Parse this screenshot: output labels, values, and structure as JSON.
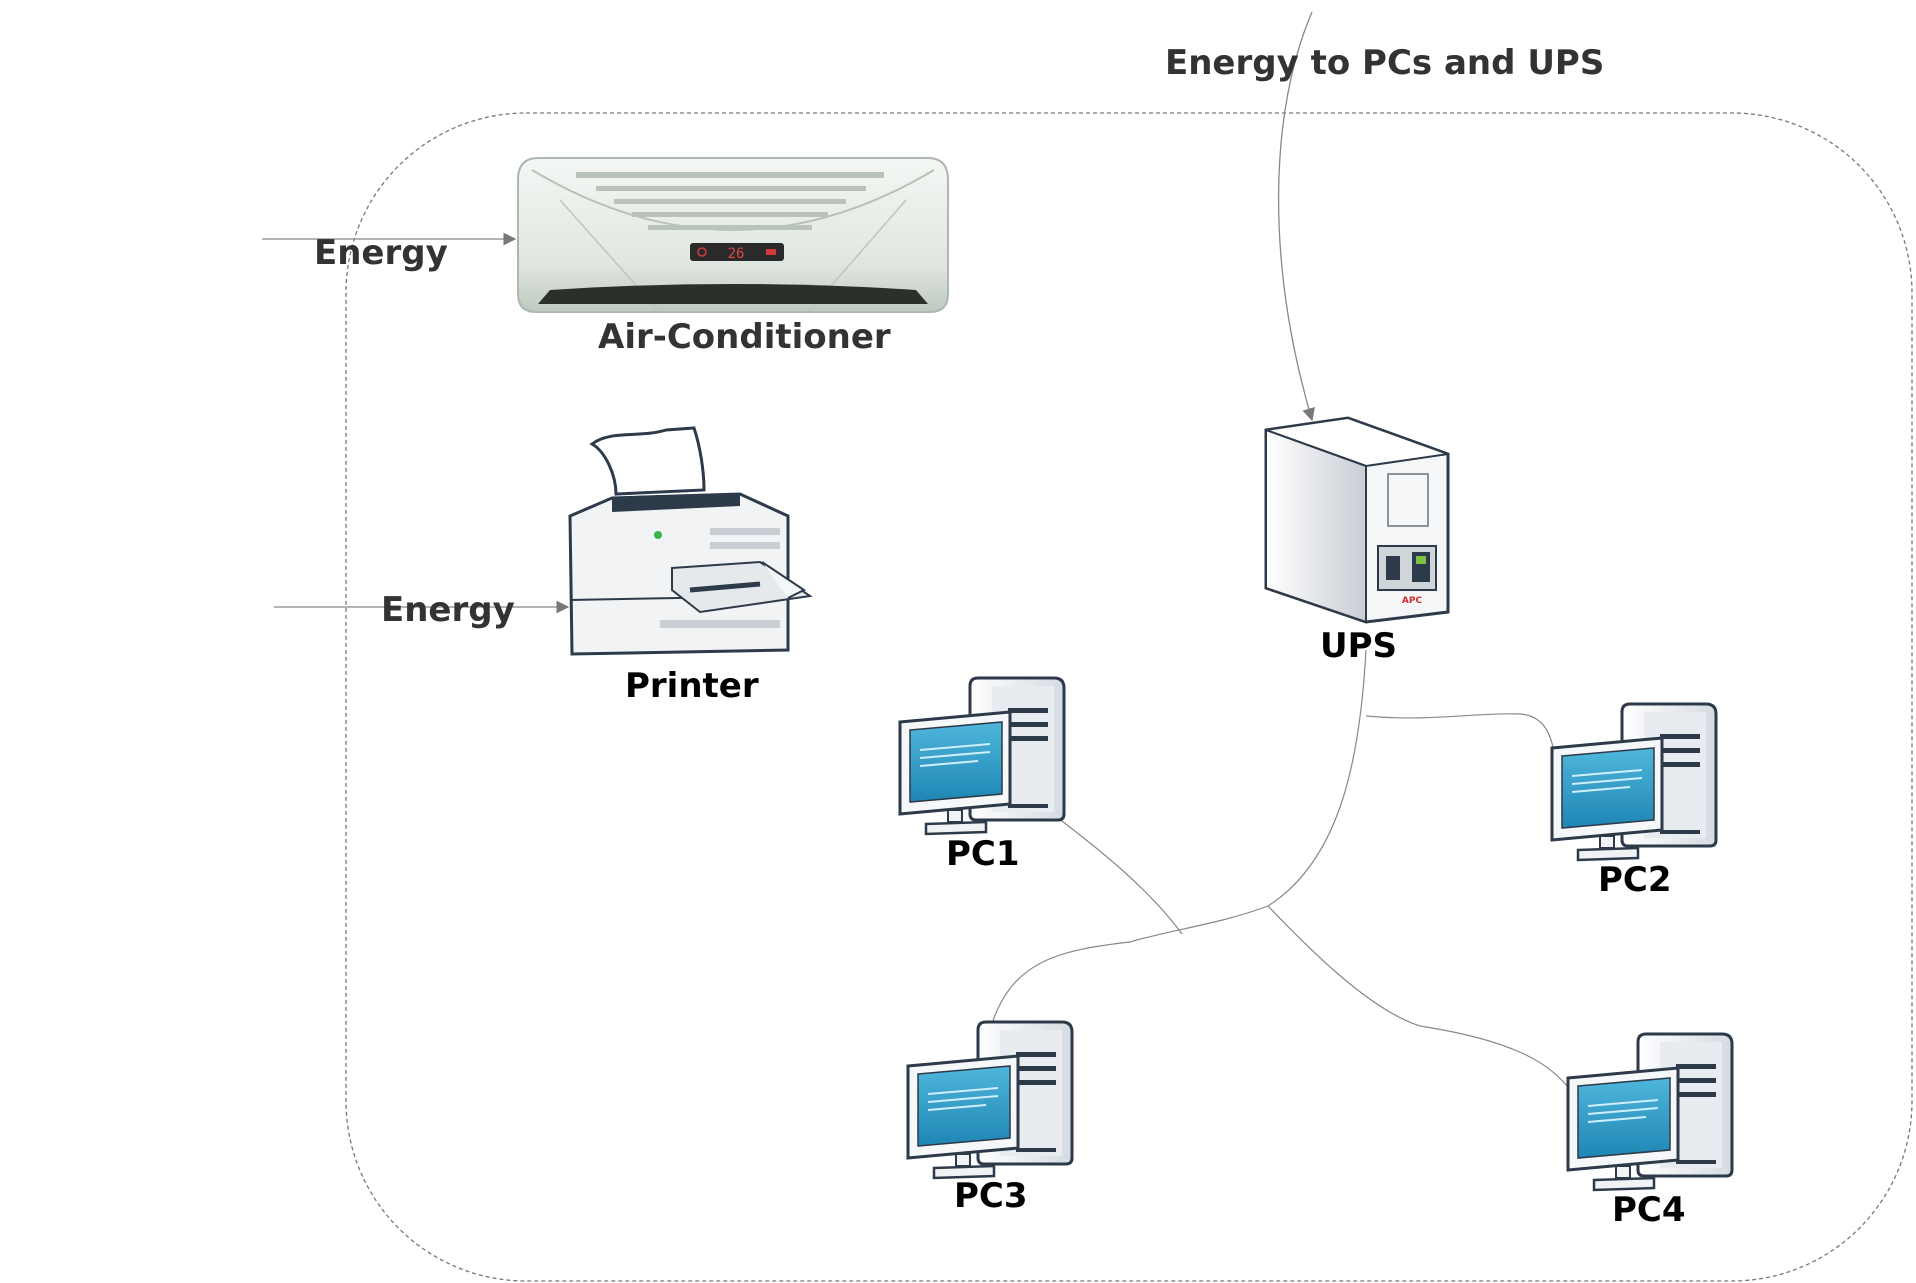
{
  "labels": {
    "energy_top": "Energy to PCs and UPS",
    "energy_ac": "Energy",
    "energy_printer": "Energy",
    "air_conditioner": "Air-Conditioner",
    "printer": "Printer",
    "ups": "UPS",
    "ups_brand": "APC",
    "ac_display": "26",
    "pc1": "PC1",
    "pc2": "PC2",
    "pc3": "PC3",
    "pc4": "PC4"
  },
  "colors": {
    "line": "#888888",
    "boundary": "#777777",
    "screen": "#2f9cc8",
    "device_body": "#eef0f0",
    "device_outline": "#2d3a4a"
  },
  "icons": {
    "air_conditioner": "air-conditioner-icon",
    "printer": "printer-icon",
    "ups": "ups-icon",
    "pc": "desktop-pc-icon"
  }
}
